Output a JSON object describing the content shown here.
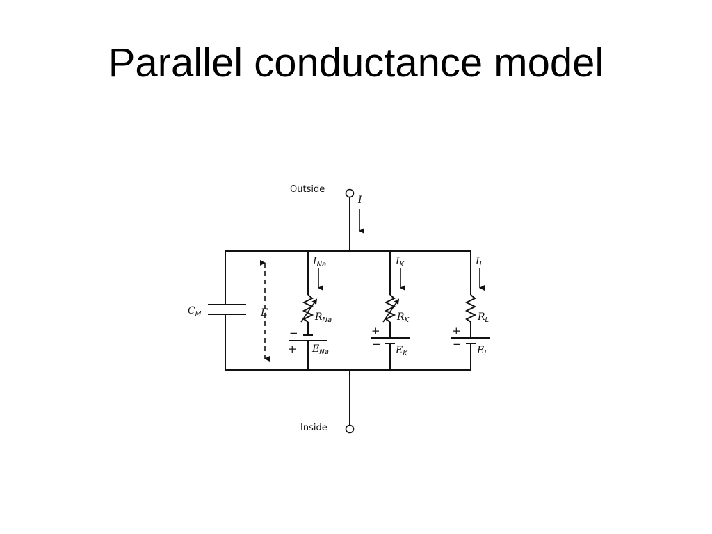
{
  "slide": {
    "title": "Parallel conductance model"
  },
  "circuit": {
    "outside_label": "Outside",
    "inside_label": "Inside",
    "current_total": "I",
    "voltage_label": "E",
    "capacitor": {
      "main": "C",
      "sub": "M"
    },
    "branches": [
      {
        "current": {
          "main": "I",
          "sub": "Na"
        },
        "resistor": {
          "main": "R",
          "sub": "Na"
        },
        "battery": {
          "main": "E",
          "sub": "Na"
        },
        "sign_top": "−",
        "sign_bottom": "+"
      },
      {
        "current": {
          "main": "I",
          "sub": "K"
        },
        "resistor": {
          "main": "R",
          "sub": "K"
        },
        "battery": {
          "main": "E",
          "sub": "K"
        },
        "sign_top": "+",
        "sign_bottom": "−"
      },
      {
        "current": {
          "main": "I",
          "sub": "L"
        },
        "resistor": {
          "main": "R",
          "sub": "L"
        },
        "battery": {
          "main": "E",
          "sub": "L"
        },
        "sign_top": "+",
        "sign_bottom": "−"
      }
    ]
  }
}
